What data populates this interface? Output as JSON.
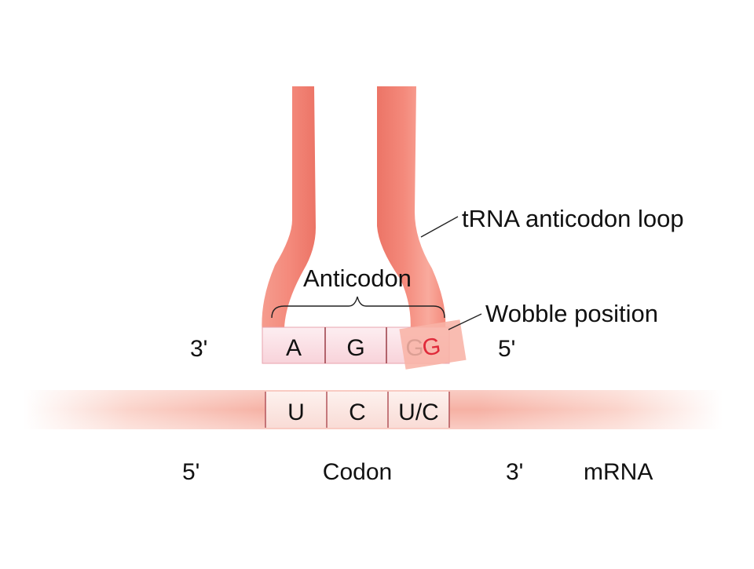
{
  "labels": {
    "trna_loop": "tRNA anticodon loop",
    "anticodon": "Anticodon",
    "wobble_position": "Wobble position",
    "codon": "Codon",
    "mrna": "mRNA",
    "trna_three_prime": "3'",
    "trna_five_prime": "5'",
    "mrna_five_prime": "5'",
    "mrna_three_prime": "3'"
  },
  "anticodon_bases": [
    "A",
    "G",
    "G"
  ],
  "wobble_base": "G",
  "codon_bases": [
    "U",
    "C",
    "U/C"
  ],
  "colors": {
    "trna": "#f48a7c",
    "trna_shadow": "#e76a60",
    "mrna": "#f6b1a4",
    "base_box": "#fbe2e7",
    "wobble_box": "#f8b3a6",
    "wobble_base": "#e02a3a"
  }
}
